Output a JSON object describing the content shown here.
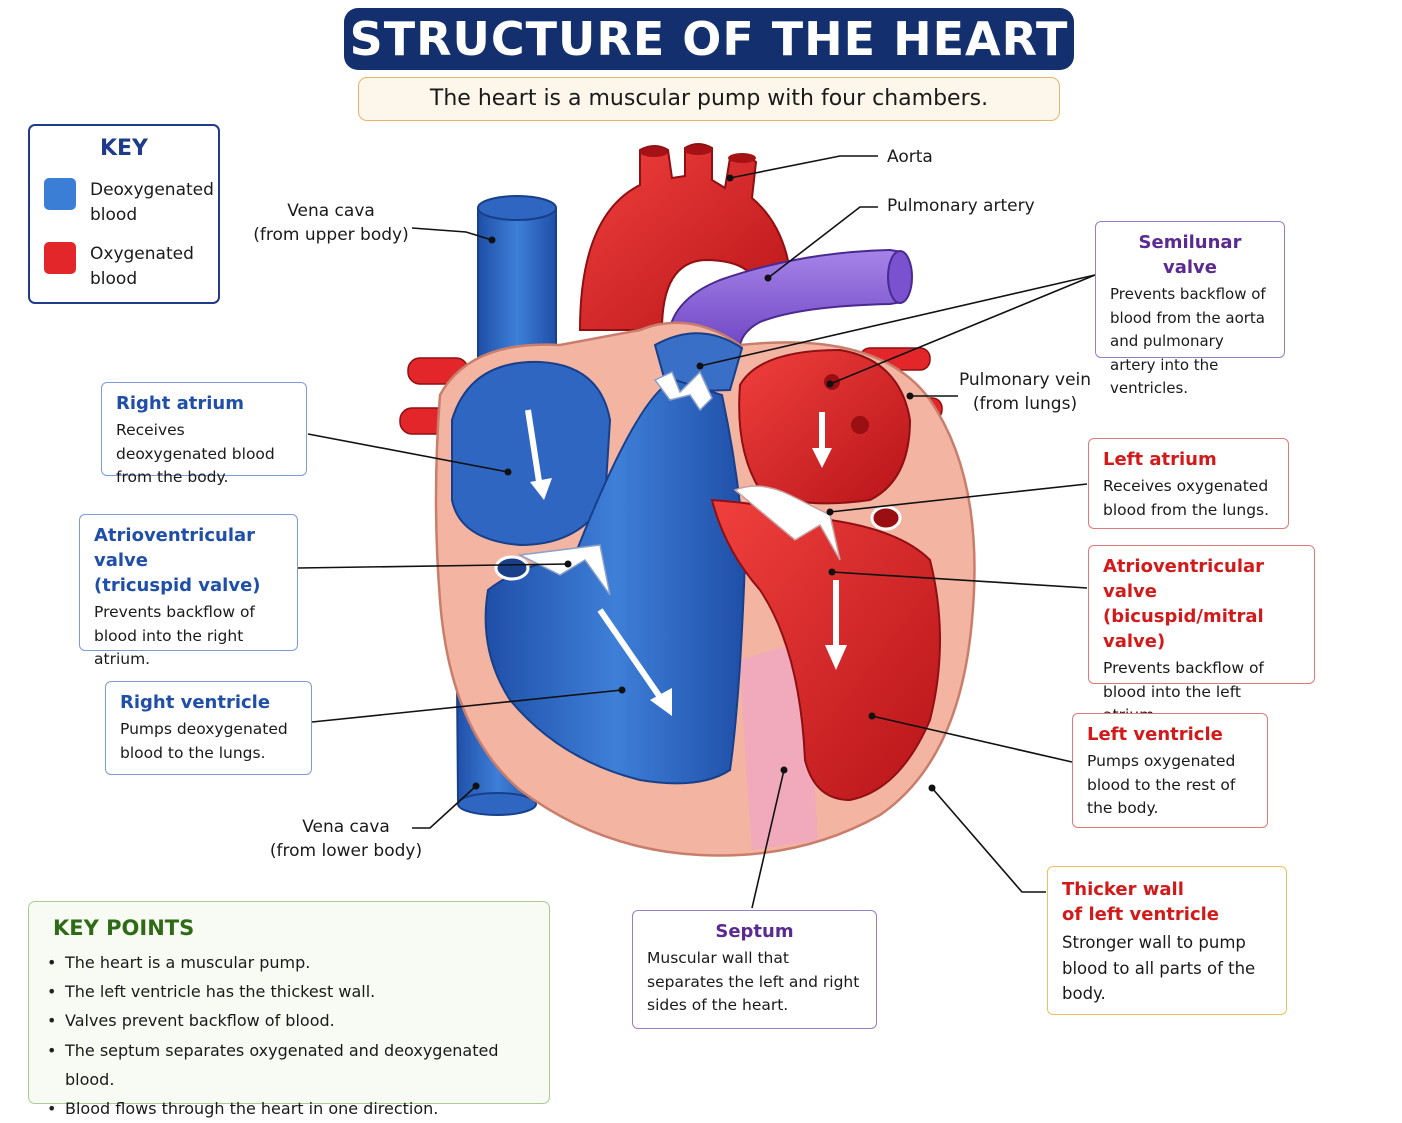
{
  "header": {
    "title": "STRUCTURE OF THE HEART",
    "subtitle": "The heart is a muscular pump with four chambers."
  },
  "key": {
    "title": "KEY",
    "items": [
      {
        "label": "Deoxygenated blood",
        "color": "#3a7fd5"
      },
      {
        "label": "Oxygenated blood",
        "color": "#e3262a"
      }
    ]
  },
  "labels": {
    "aorta": "Aorta",
    "pulmonary_artery": "Pulmonary artery",
    "vena_cava_upper_1": "Vena cava",
    "vena_cava_upper_2": "(from upper body)",
    "vena_cava_lower_1": "Vena cava",
    "vena_cava_lower_2": "(from lower body)",
    "pulmonary_vein_1": "Pulmonary vein",
    "pulmonary_vein_2": "(from lungs)"
  },
  "boxes": {
    "semilunar": {
      "title": "Semilunar valve",
      "desc": "Prevents backflow of blood from the aorta and pulmonary artery into the ventricles."
    },
    "right_atrium": {
      "title": "Right atrium",
      "desc": "Receives deoxygenated blood from the body."
    },
    "av_tricuspid": {
      "title_1": "Atrioventricular valve",
      "title_2": "(tricuspid valve)",
      "desc": "Prevents backflow of blood into the right atrium."
    },
    "right_ventricle": {
      "title": "Right ventricle",
      "desc": "Pumps deoxygenated blood to the lungs."
    },
    "left_atrium": {
      "title": "Left atrium",
      "desc": "Receives oxygenated blood from the lungs."
    },
    "av_bicuspid": {
      "title_1": "Atrioventricular valve",
      "title_2": "(bicuspid/mitral valve)",
      "desc": "Prevents backflow of blood into the left atrium."
    },
    "left_ventricle": {
      "title": "Left ventricle",
      "desc": "Pumps oxygenated blood to the rest of the body."
    },
    "thicker_wall": {
      "title_1": "Thicker wall",
      "title_2": "of left ventricle",
      "desc": "Stronger wall to pump blood to all parts of the body."
    },
    "septum": {
      "title": "Septum",
      "desc": "Muscular wall that separates the left and right sides of the heart."
    }
  },
  "key_points": {
    "title": "KEY POINTS",
    "items": [
      "The heart is a muscular pump.",
      "The left ventricle has the thickest wall.",
      "Valves prevent backflow of blood.",
      "The septum separates oxygenated and deoxygenated blood.",
      "Blood flows through the heart in one direction."
    ]
  },
  "colors": {
    "deoxygenated": "#3a7fd5",
    "oxygenated": "#e3262a",
    "pulmonary_artery": "#8a5cd6",
    "muscle": "#f4b4a2",
    "title_bg": "#142f6e"
  }
}
